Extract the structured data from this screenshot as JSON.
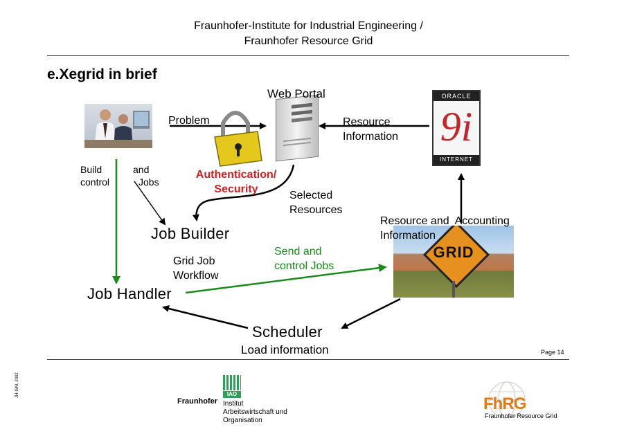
{
  "header": {
    "line1": "Fraunhofer-Institute for Industrial Engineering /",
    "line2": "Fraunhofer Resource Grid"
  },
  "slide": {
    "title": "e.Xegrid in brief",
    "page": "Page 14",
    "side_note": "JH-ISM, 2002"
  },
  "diagram": {
    "web_portal": "Web Portal",
    "problem": "Problem",
    "resource_information": [
      "Resource",
      "Information"
    ],
    "build_control": [
      "Build",
      "control"
    ],
    "and_jobs": [
      "and",
      "Jobs"
    ],
    "authentication": [
      "Authentication/",
      "Security"
    ],
    "selected_resources": [
      "Selected",
      "Resources"
    ],
    "resource_accounting": [
      "Resource and  Accounting",
      "Information"
    ],
    "job_builder": "Job Builder",
    "grid_job_workflow": [
      "Grid Job",
      "Workflow"
    ],
    "send_control_jobs": [
      "Send and",
      "control Jobs"
    ],
    "job_handler": "Job Handler",
    "scheduler": "Scheduler",
    "load_information": "Load information",
    "oracle_logo": {
      "brand": "ORACLE",
      "version": "9i",
      "sub": "INTERNET"
    },
    "grid_sign": "GRID"
  },
  "footer": {
    "iao_badge": "IAO",
    "fraunhofer": "Fraunhofer",
    "institute": [
      "Institut",
      "Arbeitswirtschaft und",
      "Organisation"
    ],
    "fhrg_logo": "FhRG",
    "fhrg_caption": "Fraunhofer Resource Grid"
  },
  "colors": {
    "green_arrow": "#1a8a1a",
    "auth_red": "#cc2222",
    "logo_orange": "#e07b1a"
  }
}
